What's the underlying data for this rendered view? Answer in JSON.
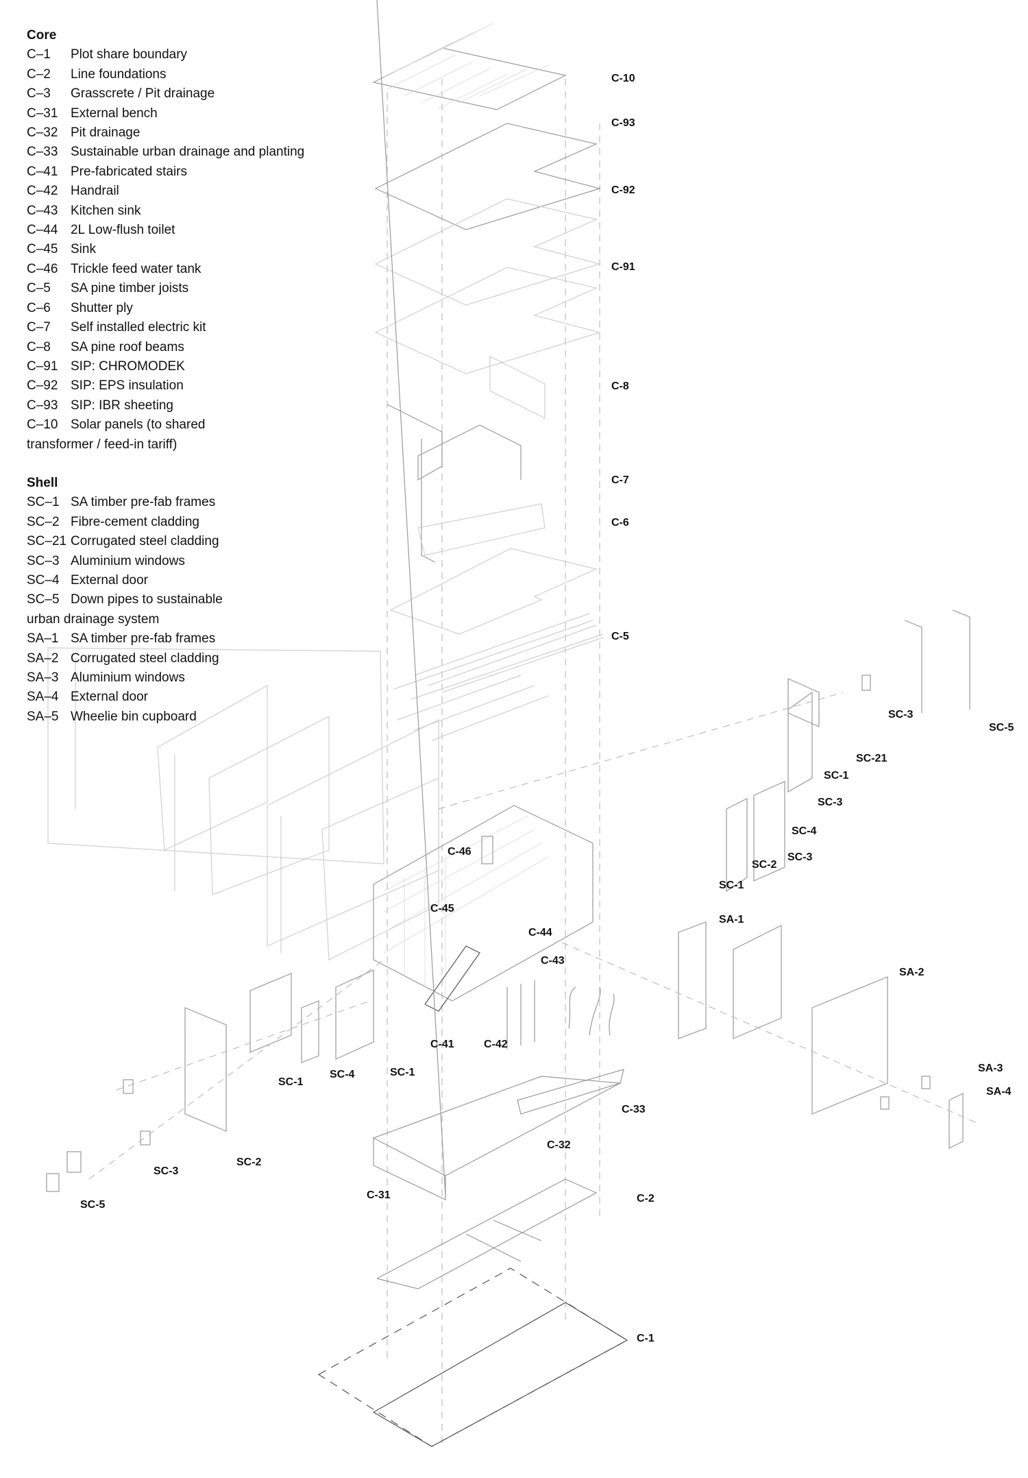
{
  "legend": {
    "core": {
      "title": "Core",
      "items": [
        {
          "code": "C–1",
          "desc": "Plot share boundary"
        },
        {
          "code": "C–2",
          "desc": "Line foundations"
        },
        {
          "code": "C–3",
          "desc": "Grasscrete / Pit drainage"
        },
        {
          "code": "C–31",
          "desc": "External bench"
        },
        {
          "code": "C–32",
          "desc": "Pit drainage"
        },
        {
          "code": "C–33",
          "desc": "Sustainable urban drainage and planting"
        },
        {
          "code": "C–41",
          "desc": "Pre-fabricated stairs"
        },
        {
          "code": "C–42",
          "desc": "Handrail"
        },
        {
          "code": "C–43",
          "desc": "Kitchen sink"
        },
        {
          "code": "C–44",
          "desc": "2L Low-flush toilet"
        },
        {
          "code": "C–45",
          "desc": "Sink"
        },
        {
          "code": "C–46",
          "desc": "Trickle feed water tank"
        },
        {
          "code": "C–5",
          "desc": "SA pine timber joists"
        },
        {
          "code": "C–6",
          "desc": "Shutter ply"
        },
        {
          "code": "C–7",
          "desc": "Self installed electric kit"
        },
        {
          "code": "C–8",
          "desc": "SA pine roof beams"
        },
        {
          "code": "C–91",
          "desc": "SIP: CHROMODEK"
        },
        {
          "code": "C–92",
          "desc": "SIP: EPS insulation"
        },
        {
          "code": "C–93",
          "desc": "SIP: IBR sheeting"
        },
        {
          "code": "C–10",
          "desc": "Solar panels (to shared",
          "wrap": "transformer / feed-in tariff)"
        }
      ]
    },
    "shell": {
      "title": "Shell",
      "items": [
        {
          "code": "SC–1",
          "desc": "SA timber pre-fab frames"
        },
        {
          "code": "SC–2",
          "desc": "Fibre-cement cladding"
        },
        {
          "code": "SC–21",
          "desc": "Corrugated steel cladding"
        },
        {
          "code": "SC–3",
          "desc": "Aluminium windows"
        },
        {
          "code": "SC–4",
          "desc": "External door"
        },
        {
          "code": "SC–5",
          "desc": "Down pipes to sustainable",
          "wrap": "urban drainage system"
        },
        {
          "code": "SA–1",
          "desc": "SA timber pre-fab frames"
        },
        {
          "code": "SA–2",
          "desc": "Corrugated steel cladding"
        },
        {
          "code": "SA–3",
          "desc": "Aluminium windows"
        },
        {
          "code": "SA–4",
          "desc": "External door"
        },
        {
          "code": "SA–5",
          "desc": "Wheelie bin cupboard"
        }
      ]
    }
  },
  "callouts": {
    "c10": "C-10",
    "c93": "C-93",
    "c92": "C-92",
    "c91": "C-91",
    "c8": "C-8",
    "c7": "C-7",
    "c6": "C-6",
    "c5": "C-5",
    "c46": "C-46",
    "c45": "C-45",
    "c44": "C-44",
    "c43": "C-43",
    "c41": "C-41",
    "c42": "C-42",
    "c33": "C-33",
    "c32": "C-32",
    "c31": "C-31",
    "c2": "C-2",
    "c1": "C-1",
    "sc3_top": "SC-3",
    "sc5_right": "SC-5",
    "sc21": "SC-21",
    "sc1_a": "SC-1",
    "sc3_b": "SC-3",
    "sc4_right": "SC-4",
    "sc3_c": "SC-3",
    "sc2_right": "SC-2",
    "sc1_b": "SC-1",
    "sa1": "SA-1",
    "sa2": "SA-2",
    "sa3": "SA-3",
    "sa4": "SA-4",
    "sc1_left_a": "SC-1",
    "sc4_left": "SC-4",
    "sc1_left_b": "SC-1",
    "sc2_left": "SC-2",
    "sc3_left": "SC-3",
    "sc5_left": "SC-5"
  }
}
